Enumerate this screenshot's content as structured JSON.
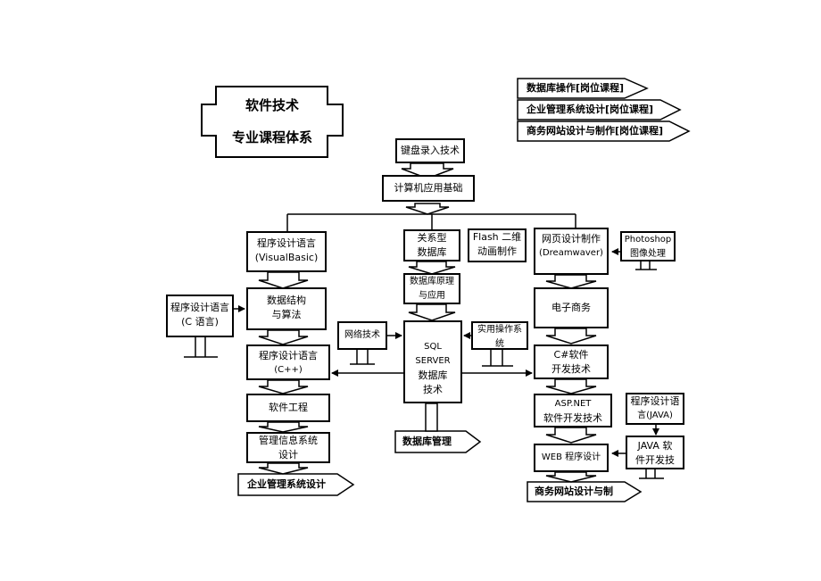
{
  "title": {
    "line1": "软件技术",
    "line2": "专业课程体系"
  },
  "legend": [
    {
      "label": "数据库操作[岗位课程]"
    },
    {
      "label": "企业管理系统设计[岗位课程]"
    },
    {
      "label": "商务网站设计与制作[岗位课程]"
    }
  ],
  "nodes": {
    "keyboard": {
      "line1": "键盘录入技术"
    },
    "computer_basics": {
      "line1": "计算机应用基础"
    },
    "vb": {
      "line1": "程序设计语言",
      "line2": "(VisualBasic)"
    },
    "relational_db": {
      "line1": "关系型",
      "line2": "数据库"
    },
    "flash": {
      "line1": "Flash 二维",
      "line2": "动画制作"
    },
    "web_design": {
      "line1": "网页设计制作",
      "line2": "(Dreamwaver)"
    },
    "photoshop": {
      "line1": "Photoshop",
      "line2": "图像处理"
    },
    "c_lang": {
      "line1": "程序设计语言",
      "line2": "(C 语言)"
    },
    "data_structures": {
      "line1": "数据结构",
      "line2": "与算法"
    },
    "db_principles": {
      "line1": "数据库原理",
      "line2": "与应用"
    },
    "ecommerce": {
      "line1": "电子商务"
    },
    "network": {
      "line1": "网络技术"
    },
    "sql_server": {
      "line1": "SQL SERVER",
      "line2": "数据库",
      "line3": "技术"
    },
    "os": {
      "line1": "实用操作系",
      "line2": "统"
    },
    "cpp": {
      "line1": "程序设计语言",
      "line2": "(C++)"
    },
    "csharp": {
      "line1": "C#软件",
      "line2": "开发技术"
    },
    "software_eng": {
      "line1": "软件工程"
    },
    "aspnet": {
      "line1": "ASP.NET",
      "line2": "软件开发技术"
    },
    "java_lang": {
      "line1": "程序设计语",
      "line2": "言(JAVA)"
    },
    "mis": {
      "line1": "管理信息系统",
      "line2": "设计"
    },
    "web_prog": {
      "line1": "WEB 程序设计"
    },
    "java_dev": {
      "line1": "JAVA 软",
      "line2": "件开发技"
    }
  },
  "outcomes": {
    "db_management": "数据库管理",
    "enterprise_mgmt": "企业管理系统设计",
    "web_site": "商务网站设计与制"
  }
}
